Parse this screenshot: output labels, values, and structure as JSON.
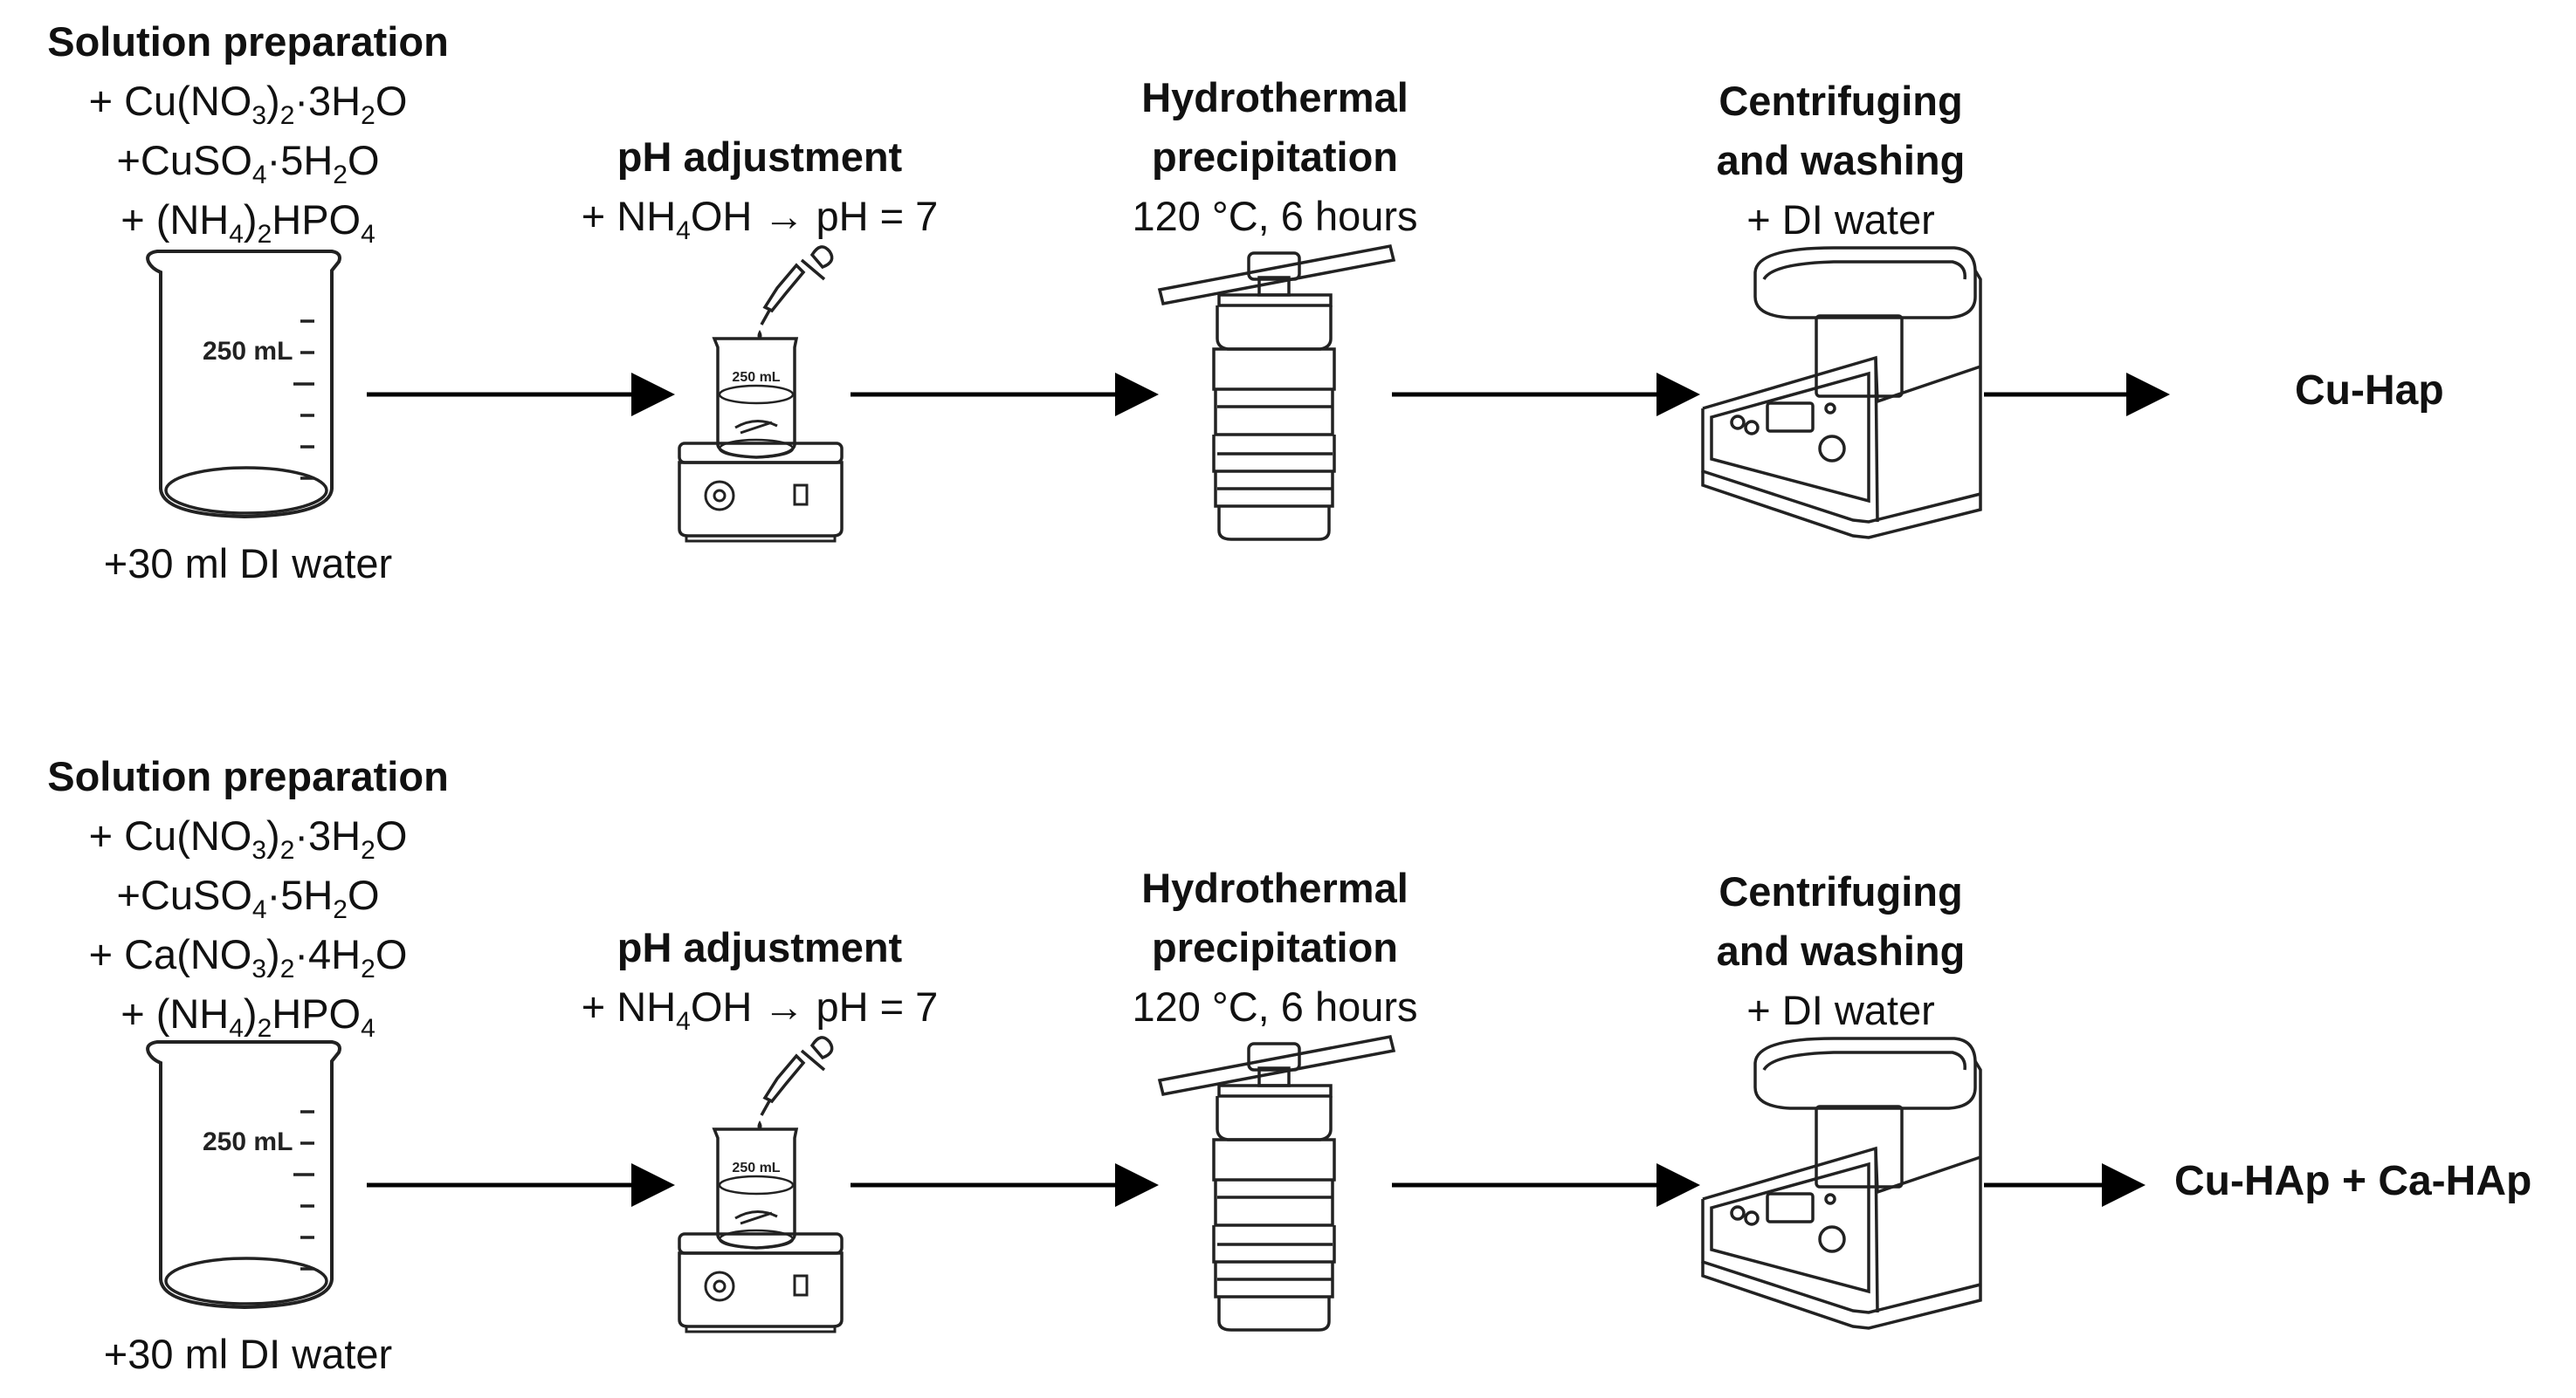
{
  "rows": [
    {
      "id": "row1",
      "solution": {
        "title": "Solution preparation",
        "lines": [
          [
            "+ Cu(NO",
            "3",
            ")",
            "2",
            "·3H",
            "2",
            "O"
          ],
          [
            "+CuSO",
            "4",
            "·5H",
            "2",
            "O"
          ],
          [
            "+ (NH",
            "4",
            ")",
            "2",
            "HPO",
            "4",
            ""
          ]
        ],
        "water": "+30 ml DI water",
        "beaker_mark": "250 mL"
      },
      "ph": {
        "title": "pH adjustment",
        "line": [
          "+ NH",
          "4",
          "OH → pH = 7"
        ],
        "beaker_mark": "250 mL"
      },
      "hydro": {
        "title1": "Hydrothermal",
        "title2": "precipitation",
        "cond": "120 °C, 6 hours"
      },
      "centri": {
        "title1": "Centrifuging",
        "title2": "and washing",
        "line": "+ DI water"
      },
      "product": "Cu-Hap"
    },
    {
      "id": "row2",
      "solution": {
        "title": "Solution preparation",
        "lines": [
          [
            "+ Cu(NO",
            "3",
            ")",
            "2",
            "·3H",
            "2",
            "O"
          ],
          [
            "+CuSO",
            "4",
            "·5H",
            "2",
            "O"
          ],
          [
            "+ Ca(NO",
            "3",
            ")",
            "2",
            "·4H",
            "2",
            "O"
          ],
          [
            "+ (NH",
            "4",
            ")",
            "2",
            "HPO",
            "4",
            ""
          ]
        ],
        "water": "+30 ml DI water",
        "beaker_mark": "250 mL"
      },
      "ph": {
        "title": "pH adjustment",
        "line": [
          "+ NH",
          "4",
          "OH → pH = 7"
        ],
        "beaker_mark": "250 mL"
      },
      "hydro": {
        "title1": "Hydrothermal",
        "title2": "precipitation",
        "cond": "120 °C, 6 hours"
      },
      "centri": {
        "title1": "Centrifuging",
        "title2": "and washing",
        "line": "+ DI water"
      },
      "product": "Cu-HAp + Ca-HAp"
    }
  ]
}
